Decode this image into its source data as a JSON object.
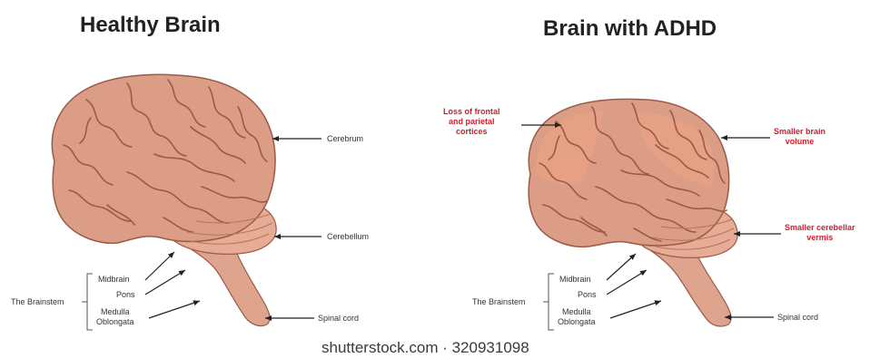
{
  "panels": {
    "healthy": {
      "title": "Healthy Brain",
      "labels": {
        "cerebrum": "Cerebrum",
        "cerebellum": "Cerebellum",
        "spinal_cord": "Spinal cord",
        "brainstem": "The Brainstem",
        "midbrain": "Midbrain",
        "pons": "Pons",
        "medulla": "Medulla\nOblongata"
      }
    },
    "adhd": {
      "title": "Brain with ADHD",
      "annotations": {
        "frontal": "Loss of frontal\nand parietal\ncortices",
        "volume": "Smaller brain\nvolume",
        "vermis": "Smaller cerebellar\nvermis"
      },
      "labels": {
        "spinal_cord": "Spinal cord",
        "brainstem": "The Brainstem",
        "midbrain": "Midbrain",
        "pons": "Pons",
        "medulla": "Medulla\nOblongata"
      }
    }
  },
  "watermark": "shutterstock.com · 320931098",
  "colors": {
    "cerebrum": "#dc9d86",
    "cerebrum_dark": "#9a5a48",
    "cerebellum": "#e6ac96",
    "stem": "#dfa48e",
    "highlight_adhd": "#e8a184",
    "annotation": "#cc1f2d"
  }
}
